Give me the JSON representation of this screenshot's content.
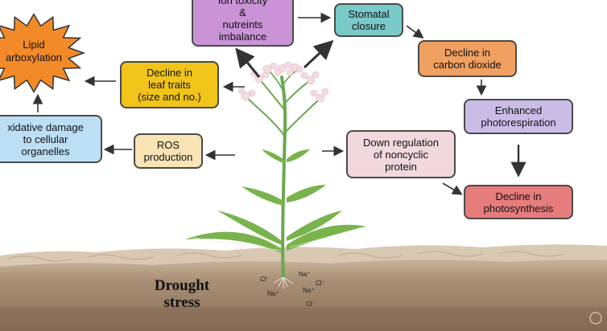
{
  "nodes": {
    "ion_toxicity": "Ion toxicity\n&\nnutreints\nimbalance",
    "stomatal_closure": "Stomatal\nclosure",
    "decline_co2": "Decline in\ncarbon dioxide",
    "enhanced_photorespiration": "Enhanced\nphotorespiration",
    "decline_photosynthesis": "Decline in\nphotosynthesis",
    "down_regulation": "Down regulation\nof noncyclic\nprotein",
    "ros_production": "ROS\nproduction",
    "oxidative_damage": "xidative damage\nto cellular\norganelles",
    "decline_leaf_traits": "Decline in\nleaf traits\n(size and no.)",
    "lipid_peroxidation": "Lipid\narboxylation"
  },
  "ground_label": "Drought\nstress",
  "ions": [
    "Cl⁻",
    "Na⁺",
    "Cl⁻",
    "Na⁺",
    "Na⁺",
    "Cl⁻"
  ],
  "colors": {
    "ion_toxicity": "#c993d6",
    "stomatal_closure": "#79c9c9",
    "decline_co2": "#f0a060",
    "enhanced_photorespiration": "#c9bde8",
    "decline_photosynthesis": "#e67c7c",
    "down_regulation": "#f0d8dc",
    "ros_production": "#f8e4b4",
    "oxidative_damage": "#bcdff5",
    "decline_leaf_traits": "#f0c419",
    "lipid_peroxidation": "#f28a2a"
  }
}
